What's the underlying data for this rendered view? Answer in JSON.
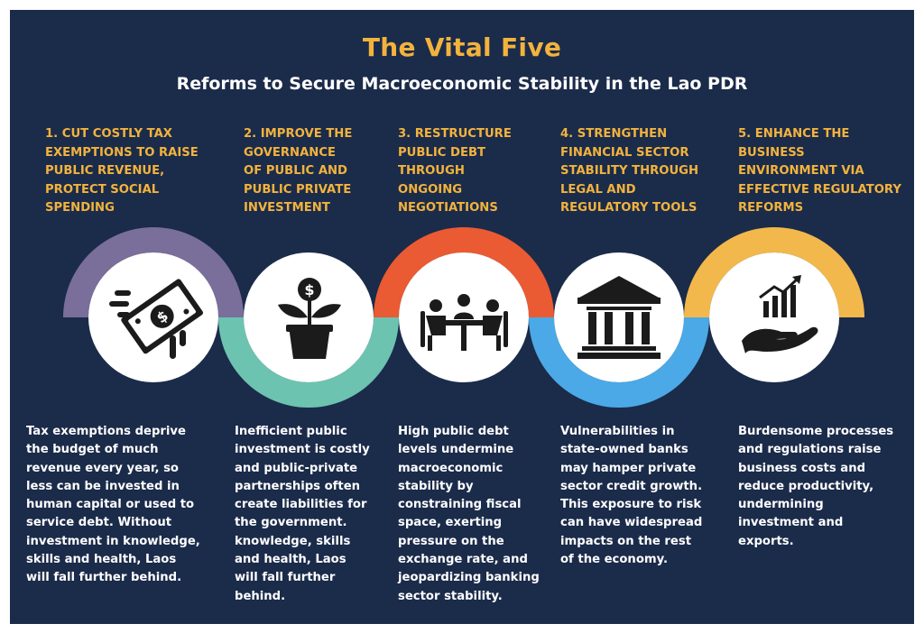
{
  "title": "The Vital Five",
  "subtitle": "Reforms to Secure Macroeconomic Stability in the Lao PDR",
  "reforms": [
    {
      "heading": "1. CUT  COSTLY TAX\nEXEMPTIONS TO RAISE\nPUBLIC REVENUE,\nPROTECT SOCIAL\nSPENDING",
      "body": "Tax exemptions deprive\nthe budget of much\nrevenue every year, so\nless can be invested in\nhuman capital or used to\nservice debt. Without\ninvestment in knowledge,\nskills and health, Laos\nwill fall further behind.",
      "icon": "flying-money-icon",
      "color": "#7a6e9a"
    },
    {
      "heading": "2. IMPROVE THE\nGOVERNANCE\nOF PUBLIC AND\nPUBLIC PRIVATE\nINVESTMENT",
      "body": "Inefficient public\ninvestment is costly\nand public-private\npartnerships often\ncreate liabilities for\nthe government.\nknowledge, skills\nand health, Laos\nwill fall further\n behind.",
      "icon": "money-plant-icon",
      "color": "#6cc3b0"
    },
    {
      "heading": "3. RESTRUCTURE\nPUBLIC DEBT\nTHROUGH\nONGOING\nNEGOTIATIONS",
      "body": "High public debt\nlevels undermine\nmacroeconomic\nstability by\nconstraining fiscal\nspace, exerting\npressure on the\nexchange rate, and\njeopardizing banking\nsector stability.",
      "icon": "meeting-table-icon",
      "color": "#ea5a33"
    },
    {
      "heading": "4. STRENGTHEN\nFINANCIAL SECTOR\nSTABILITY THROUGH\nLEGAL AND\nREGULATORY TOOLS",
      "body": "Vulnerabilities in\nstate-owned banks\nmay hamper private\nsector credit growth.\nThis exposure to risk\ncan have widespread\nimpacts on the rest\nof the economy.",
      "icon": "bank-building-icon",
      "color": "#4aa9e6"
    },
    {
      "heading": "5. ENHANCE THE\nBUSINESS\nENVIRONMENT VIA\nEFFECTIVE REGULATORY\nREFORMS",
      "body": "Burdensome processes\nand regulations raise\nbusiness costs and\nreduce productivity,\nundermining\ninvestment and\nexports.",
      "icon": "hand-growth-chart-icon",
      "color": "#f2b84b"
    }
  ],
  "colors": {
    "background": "#1b2b4a",
    "heading": "#f2b33d",
    "text": "#ffffff",
    "icon": "#1b1b1b"
  }
}
